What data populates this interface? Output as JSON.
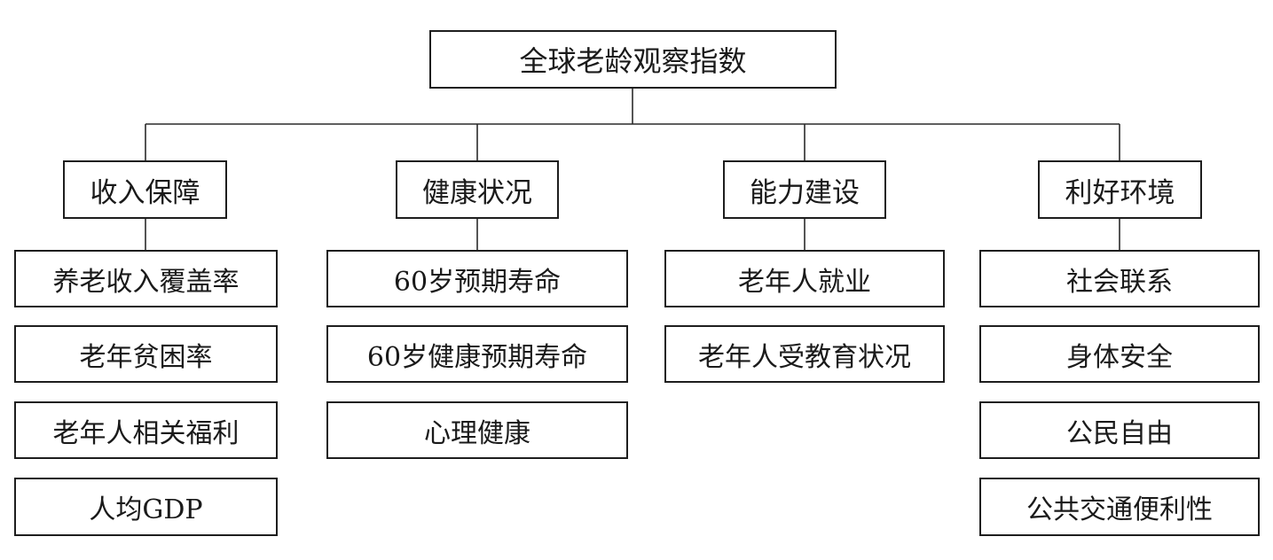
{
  "root": {
    "label": "全球老龄观察指数"
  },
  "categories": [
    {
      "label": "收入保障",
      "items": [
        "养老收入覆盖率",
        "老年贫困率",
        "老年人相关福利",
        "人均GDP"
      ]
    },
    {
      "label": "健康状况",
      "items": [
        "60岁预期寿命",
        "60岁健康预期寿命",
        "心理健康"
      ]
    },
    {
      "label": "能力建设",
      "items": [
        "老年人就业",
        "老年人受教育状况"
      ]
    },
    {
      "label": "利好环境",
      "items": [
        "社会联系",
        "身体安全",
        "公民自由",
        "公共交通便利性"
      ]
    }
  ]
}
